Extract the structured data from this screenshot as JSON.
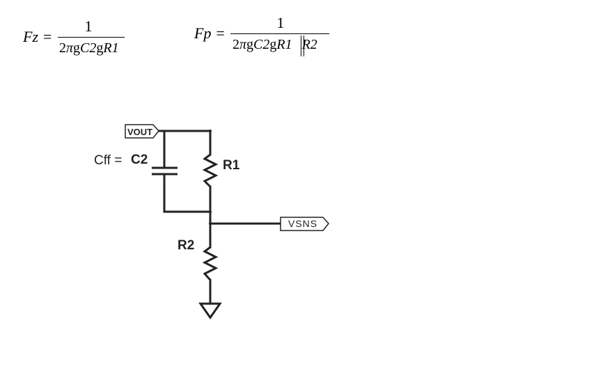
{
  "equations": {
    "fz": {
      "lhs": "Fz =",
      "numerator": "1",
      "den_2": "2",
      "den_pi": "π",
      "den_g1": "g",
      "den_c2": "C2",
      "den_g2": "g",
      "den_r1": "R1"
    },
    "fp": {
      "lhs": "Fp =",
      "numerator": "1",
      "den_2": "2",
      "den_pi": "π",
      "den_g1": "g",
      "den_c2": "C2",
      "den_g2": "g",
      "den_r1": "R1",
      "den_r2": "R2"
    }
  },
  "schematic": {
    "vout_label": "VOUT",
    "vsns_label": "VSNS",
    "cff_label": "Cff =",
    "c2_label": "C2",
    "r1_label": "R1",
    "r2_label": "R2",
    "wire_color": "#222222"
  }
}
